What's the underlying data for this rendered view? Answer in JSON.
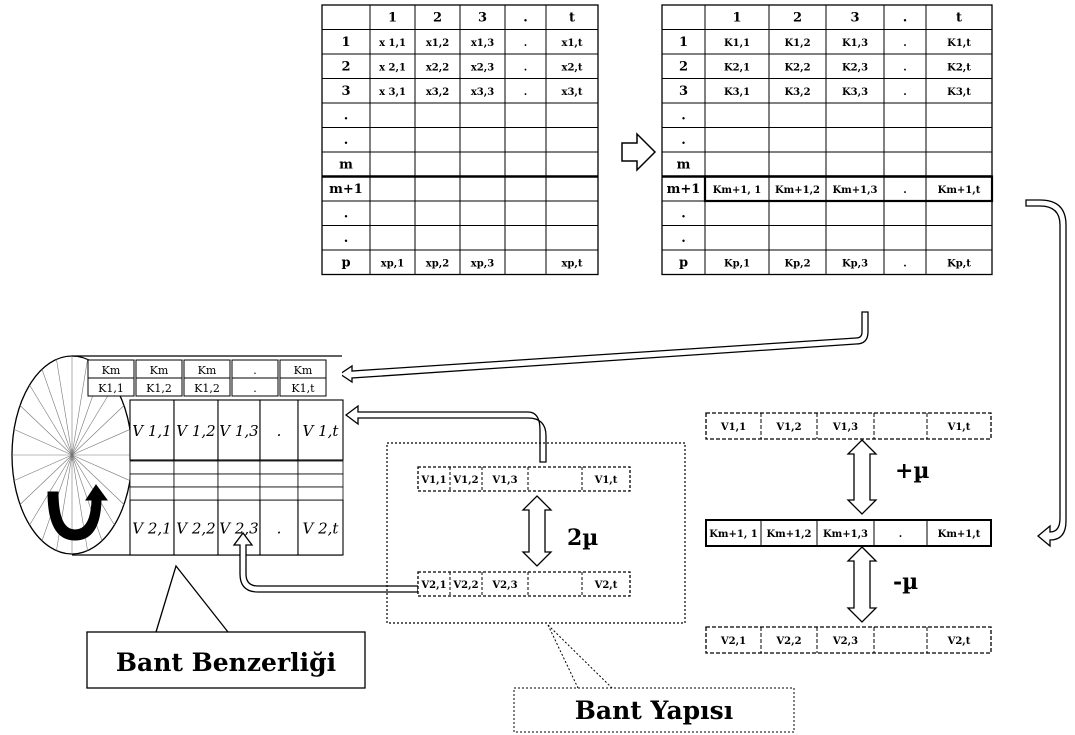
{
  "grid1": {
    "header": [
      "",
      "1",
      "2",
      "3",
      ".",
      "t"
    ],
    "rows": [
      [
        "1",
        "x 1,1",
        "x1,2",
        "x1,3",
        ".",
        "x1,t"
      ],
      [
        "2",
        "x 2,1",
        "x2,2",
        "x2,3",
        ".",
        "x2,t"
      ],
      [
        "3",
        "x 3,1",
        "x3,2",
        "x3,3",
        ".",
        "x3,t"
      ],
      [
        ".",
        "",
        "",
        "",
        "",
        ""
      ],
      [
        ".",
        "",
        "",
        "",
        "",
        ""
      ],
      [
        "m",
        "",
        "",
        "",
        "",
        ""
      ],
      [
        "m+1",
        "",
        "",
        "",
        "",
        ""
      ],
      [
        ".",
        "",
        "",
        "",
        "",
        ""
      ],
      [
        ".",
        "",
        "",
        "",
        "",
        ""
      ],
      [
        "p",
        "xp,1",
        "xp,2",
        "xp,3",
        "",
        "xp,t"
      ]
    ]
  },
  "grid2": {
    "header": [
      "",
      "1",
      "2",
      "3",
      ".",
      "t"
    ],
    "rows": [
      [
        "1",
        "K1,1",
        "K1,2",
        "K1,3",
        ".",
        "K1,t"
      ],
      [
        "2",
        "K2,1",
        "K2,2",
        "K2,3",
        ".",
        "K2,t"
      ],
      [
        "3",
        "K3,1",
        "K3,2",
        "K3,3",
        ".",
        "K3,t"
      ],
      [
        ".",
        "",
        "",
        "",
        "",
        ""
      ],
      [
        ".",
        "",
        "",
        "",
        "",
        ""
      ],
      [
        "m",
        "",
        "",
        "",
        "",
        ""
      ],
      [
        "m+1",
        "Km+1, 1",
        "Km+1,2",
        "Km+1,3",
        ".",
        "Km+1,t"
      ],
      [
        ".",
        "",
        "",
        "",
        "",
        ""
      ],
      [
        ".",
        "",
        "",
        "",
        "",
        ""
      ],
      [
        "p",
        "Kp,1",
        "Kp,2",
        "Kp,3",
        ".",
        "Kp,t"
      ]
    ]
  },
  "band_rows": {
    "v1": [
      "V1,1",
      "V1,2",
      "V1,3",
      "",
      "V1,t"
    ],
    "v2": [
      "V2,1",
      "V2,2",
      "V2,3",
      "",
      "V2,t"
    ],
    "k": [
      "Km+1, 1",
      "Km+1,2",
      "Km+1,3",
      ".",
      "Km+1,t"
    ]
  },
  "cylinder": {
    "top_row": [
      "V 1,1",
      "V 1,2",
      "V 1,3",
      ".",
      "V 1,t"
    ],
    "bottom_row": [
      "V 2,1",
      "V 2,2",
      "V 2,3",
      ".",
      "V 2,t"
    ],
    "k_back": [
      "Km",
      "Km",
      "Km",
      ".",
      "Km"
    ],
    "k_front": [
      "K1,1",
      "K1,2",
      "K1,2",
      ".",
      "K1,t"
    ]
  },
  "labels": {
    "two_mu": "2µ",
    "plus_mu": "+µ",
    "minus_mu": "-µ",
    "band_similarity": "Bant Benzerliği",
    "band_structure": "Bant Yapısı"
  }
}
